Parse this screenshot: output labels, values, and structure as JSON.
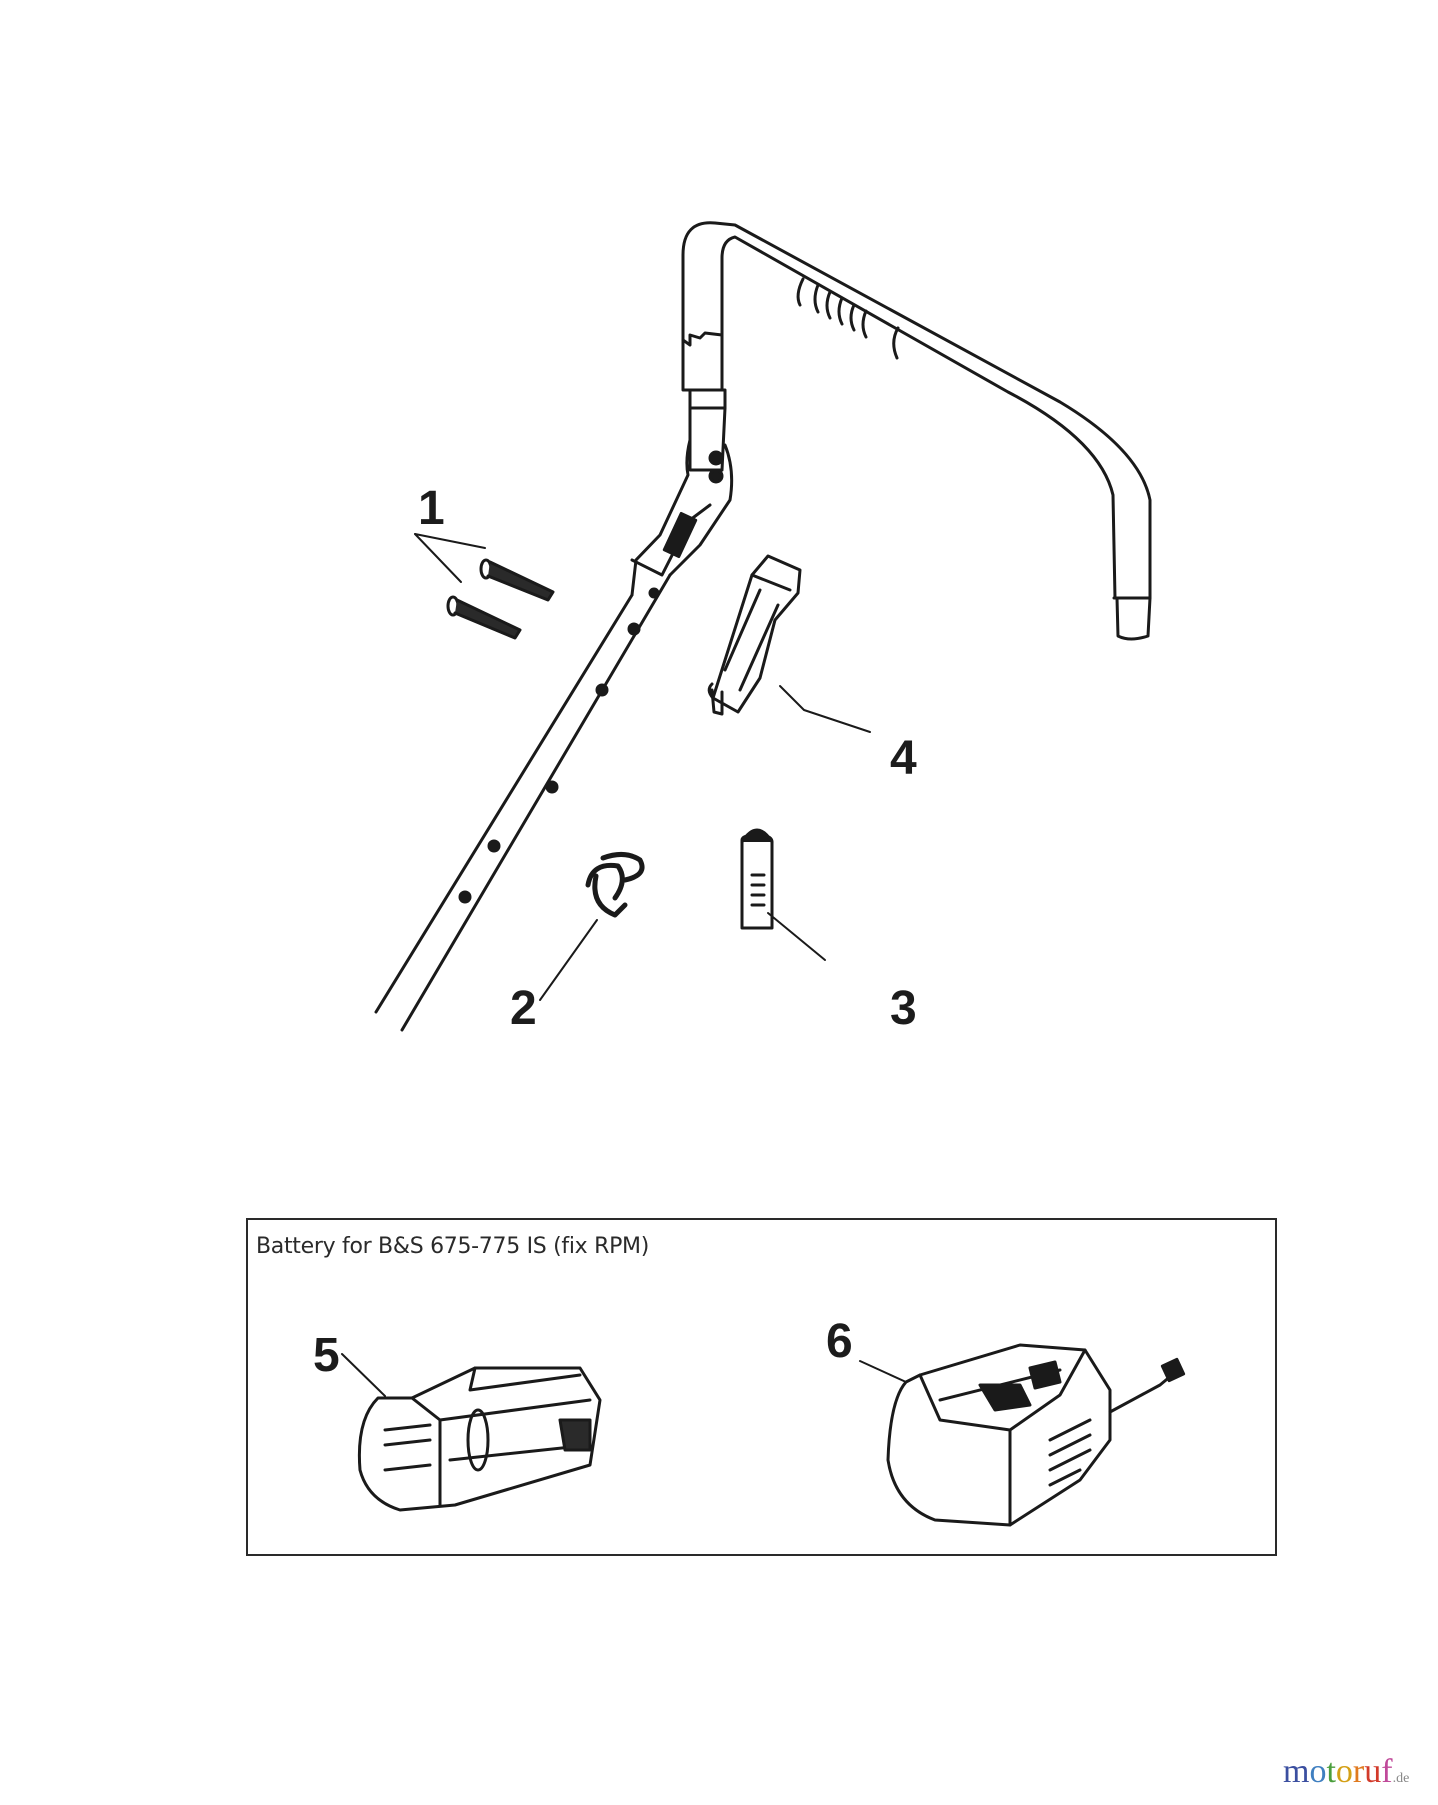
{
  "diagram": {
    "type": "exploded-parts-diagram",
    "subject": "lawn mower handle assembly",
    "callouts": [
      {
        "id": "1",
        "label": "1",
        "part": "screws (x2)"
      },
      {
        "id": "2",
        "label": "2",
        "part": "cable clip"
      },
      {
        "id": "3",
        "label": "3",
        "part": "plug / key"
      },
      {
        "id": "4",
        "label": "4",
        "part": "switch housing"
      },
      {
        "id": "5",
        "label": "5",
        "part": "battery pack"
      },
      {
        "id": "6",
        "label": "6",
        "part": "battery charger"
      }
    ]
  },
  "battery_box": {
    "title": "Battery for B&S 675-775 IS (fix RPM)"
  },
  "watermark": {
    "letters": [
      "m",
      "o",
      "t",
      "o",
      "r",
      "u",
      "f"
    ],
    "colors": [
      "#3b4fa0",
      "#3f7fc0",
      "#4a9e3c",
      "#d4a017",
      "#e07a1f",
      "#d23a2a",
      "#c04a9a"
    ],
    "domain": ".de"
  }
}
